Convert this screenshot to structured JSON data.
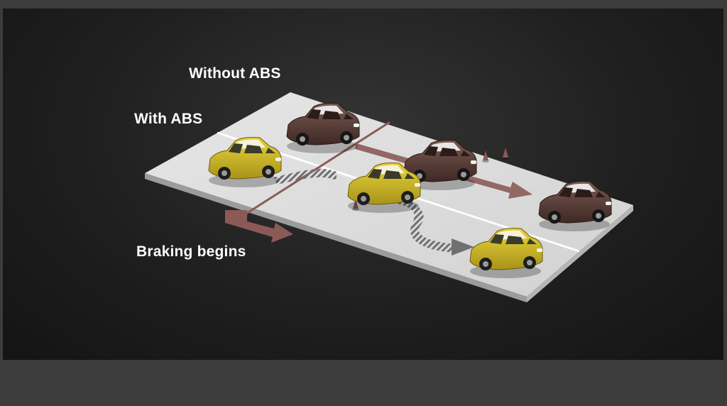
{
  "labels": {
    "without_abs": "Without ABS",
    "with_abs": "With ABS",
    "braking_begins": "Braking begins"
  },
  "colors": {
    "road": "#dcdcdc",
    "road_edge": "#b9b9b9",
    "lane_line": "#ffffff",
    "abs_car": "#c9b51f",
    "no_abs_car": "#5b3a34",
    "skid_arrow": "#8b5a56",
    "abs_path": "#777777",
    "background": "#1d1d1d"
  },
  "cars": {
    "with_abs": [
      "car-with-abs-start",
      "car-with-abs-mid",
      "car-with-abs-end"
    ],
    "without_abs": [
      "car-without-abs-start",
      "car-without-abs-mid",
      "car-without-abs-end"
    ]
  },
  "obstacles": [
    "cone-icon",
    "cone-icon",
    "cone-icon"
  ]
}
